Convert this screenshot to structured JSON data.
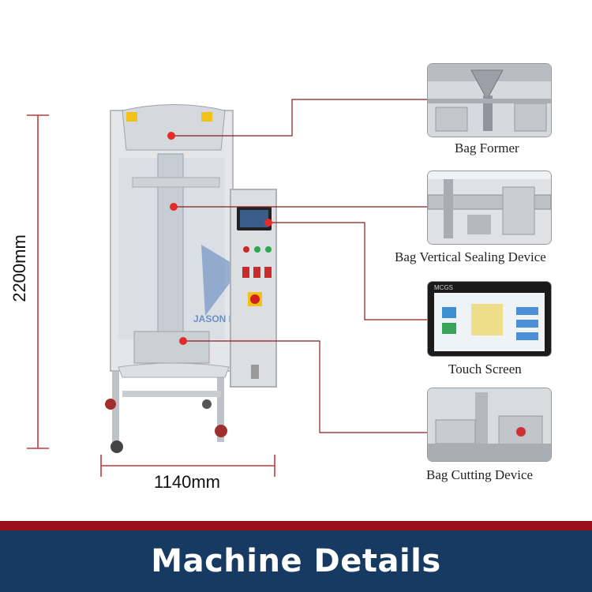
{
  "title": "Machine Details",
  "dimensions": {
    "height": "2200mm",
    "width": "1140mm"
  },
  "watermark": "JASON MACHINE",
  "screen_brand": "MCGS",
  "parts": [
    {
      "label": "Bag Former"
    },
    {
      "label": "Bag Vertical Sealing Device"
    },
    {
      "label": "Touch Screen"
    },
    {
      "label": "Bag Cutting Device"
    }
  ],
  "colors": {
    "leader_line": "#8b1c1c",
    "banner": "#173a63",
    "banner_stripe": "#9a0f16",
    "marker": "#e52a2a"
  }
}
